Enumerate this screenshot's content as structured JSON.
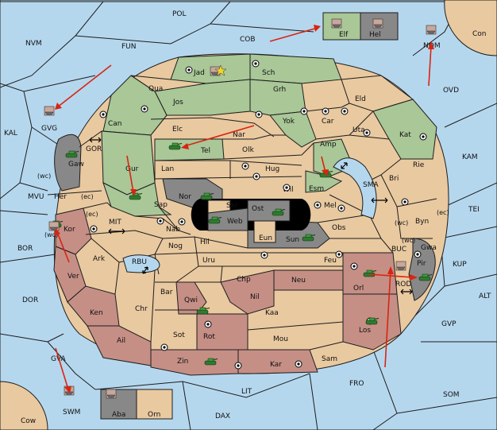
{
  "colors": {
    "sea": "#b5d7ee",
    "neutral_land": "#e9c9a0",
    "green_power": "#a9c797",
    "red_power": "#c58f86",
    "grey_power": "#888888",
    "order_arrow": "#d92410"
  },
  "sea_labels": {
    "POL": "POL",
    "NVM": "NVM",
    "FUN": "FUN",
    "COB": "COB",
    "Con": "Con",
    "OVD": "OVD",
    "KAL": "KAL",
    "GOR": "GOR",
    "MVU": "MVU",
    "MIT": "MIT",
    "BOR": "BOR",
    "DOR": "DOR",
    "RBU": "RBU",
    "SMA": "SMA",
    "KAM": "KAM",
    "TEI": "TEI",
    "KUP": "KUP",
    "BUC": "BUC",
    "ALT": "ALT",
    "GVP": "GVP",
    "FRO": "FRO",
    "SOM": "SOM",
    "LIT": "LIT",
    "GVA": "GVA",
    "DAX": "DAX",
    "Cow": "Cow",
    "ROD": "ROD"
  },
  "land_labels": {
    "Jad": "Jad",
    "Sch": "Sch",
    "Qua": "Qua",
    "Jos": "Jos",
    "Grh": "Grh",
    "Eld": "Eld",
    "Can": "Can",
    "Elc": "Elc",
    "Nar": "Nar",
    "Yok": "Yok",
    "Car": "Car",
    "Uta": "Uta",
    "Kat": "Kat",
    "Tel": "Tel",
    "Olk": "Olk",
    "Amp": "Amp",
    "Gur": "Gur",
    "Lan": "Lan",
    "Hug": "Hug",
    "Rie": "Rie",
    "Esm": "Esm",
    "Bri": "Bri",
    "Nor": "Nor",
    "Skr": "Skr",
    "Wil": "Wil",
    "Sap": "Sap",
    "Ost": "Ost",
    "Web": "Web",
    "Mel": "Mel",
    "Byn": "Byn",
    "Nab": "Nab",
    "Eun": "Eun",
    "Obs": "Obs",
    "Hil": "Hil",
    "Sun": "Sun",
    "Gwa": "Gwa",
    "Nog": "Nog",
    "Pir": "Pir",
    "Uru": "Uru",
    "Feu": "Feu",
    "Orl": "Orl",
    "Chp": "Chp",
    "Neu": "Neu",
    "Bar": "Bar",
    "Qwi": "Qwi",
    "Nil": "Nil",
    "Kaa": "Kaa",
    "Los": "Los",
    "Sot": "Sot",
    "Rot": "Rot",
    "Mou": "Mou",
    "Zin": "Zin",
    "Kar": "Kar",
    "Sam": "Sam",
    "Ark": "Ark",
    "Ken": "Ken",
    "Ver": "Ver",
    "Ail": "Ail",
    "Chr": "Chr",
    "Kor": "Kor",
    "Her": "Her",
    "Gaw": "Gaw",
    "Elf": "Elf",
    "Hel": "Hel",
    "NOM": "NOM",
    "GVG": "GVG",
    "SWM": "SWM",
    "Aba": "Aba",
    "Orn": "Orn"
  },
  "coast_labels": {
    "wc1": "(wc)",
    "ec1": "(ec)",
    "ec2": "(ec)",
    "wc2": "(wc)",
    "wc3": "(wc)",
    "ec3": "(ec)",
    "wc4": "(wc)"
  }
}
